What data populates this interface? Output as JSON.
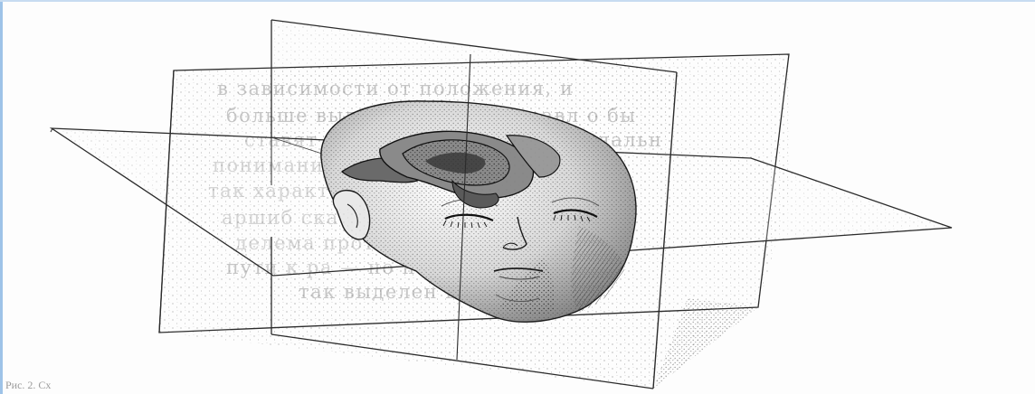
{
  "caption": "Рис. 2. Сх",
  "colors": {
    "ink": "#1a1a1a",
    "plane_edge": "#2b2b2b",
    "bleed_text": "#9a9a9a",
    "border_accent": "#9ec3e8"
  },
  "icons": [
    "head-illustration",
    "brain-cross-section",
    "stipple-texture"
  ]
}
